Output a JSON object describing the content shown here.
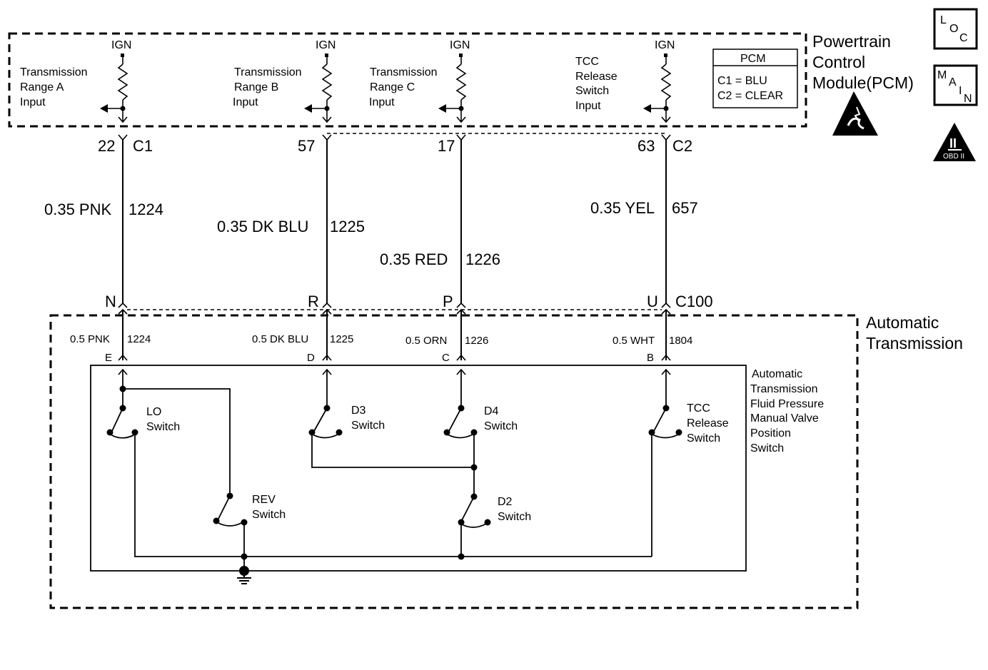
{
  "pcm_box": {
    "title_lines": [
      "Powertrain",
      "Control",
      "Module(PCM)"
    ],
    "inputs": [
      {
        "ign": "IGN",
        "label_lines": [
          "Transmission",
          "Range A",
          "Input"
        ],
        "pin": "22",
        "connector": "C1"
      },
      {
        "ign": "IGN",
        "label_lines": [
          "Transmission",
          "Range B",
          "Input"
        ],
        "pin": "57",
        "connector": ""
      },
      {
        "ign": "IGN",
        "label_lines": [
          "Transmission",
          "Range C",
          "Input"
        ],
        "pin": "17",
        "connector": ""
      },
      {
        "ign": "IGN",
        "label_lines": [
          "TCC",
          "Release",
          "Switch",
          "Input"
        ],
        "pin": "63",
        "connector": "C2"
      }
    ],
    "legend": {
      "header": "PCM",
      "row1": "C1 = BLU",
      "row2": "C2 = CLEAR"
    }
  },
  "badges": {
    "loc": [
      "L",
      "O",
      "C"
    ],
    "main": [
      "M",
      "A",
      "I",
      "N"
    ],
    "obd": {
      "numeral": "II",
      "text": "OBD II"
    }
  },
  "wires_upper": [
    {
      "gauge_color": "0.35 PNK",
      "circuit": "1224"
    },
    {
      "gauge_color": "0.35 DK BLU",
      "circuit": "1225"
    },
    {
      "gauge_color": "0.35 RED",
      "circuit": "1226"
    },
    {
      "gauge_color": "0.35 YEL",
      "circuit": "657"
    }
  ],
  "c100": {
    "name": "C100",
    "pins": [
      "N",
      "R",
      "P",
      "U"
    ]
  },
  "wires_lower": [
    {
      "gauge_color": "0.5 PNK",
      "circuit": "1224",
      "pin": "E"
    },
    {
      "gauge_color": "0.5 DK BLU",
      "circuit": "1225",
      "pin": "D"
    },
    {
      "gauge_color": "0.5 ORN",
      "circuit": "1226",
      "pin": "C"
    },
    {
      "gauge_color": "0.5 WHT",
      "circuit": "1804",
      "pin": "B"
    }
  ],
  "transmission_box": {
    "title_lines": [
      "Automatic",
      "Transmission"
    ]
  },
  "switch_assembly": {
    "label_lines": [
      "Automatic",
      "Transmission",
      "Fluid Pressure",
      "Manual Valve",
      "Position",
      "Switch"
    ],
    "switches": [
      {
        "lines": [
          "LO",
          "Switch"
        ]
      },
      {
        "lines": [
          "D3",
          "Switch"
        ]
      },
      {
        "lines": [
          "D4",
          "Switch"
        ]
      },
      {
        "lines": [
          "TCC",
          "Release",
          "Switch"
        ]
      },
      {
        "lines": [
          "REV",
          "Switch"
        ]
      },
      {
        "lines": [
          "D2",
          "Switch"
        ]
      }
    ]
  }
}
